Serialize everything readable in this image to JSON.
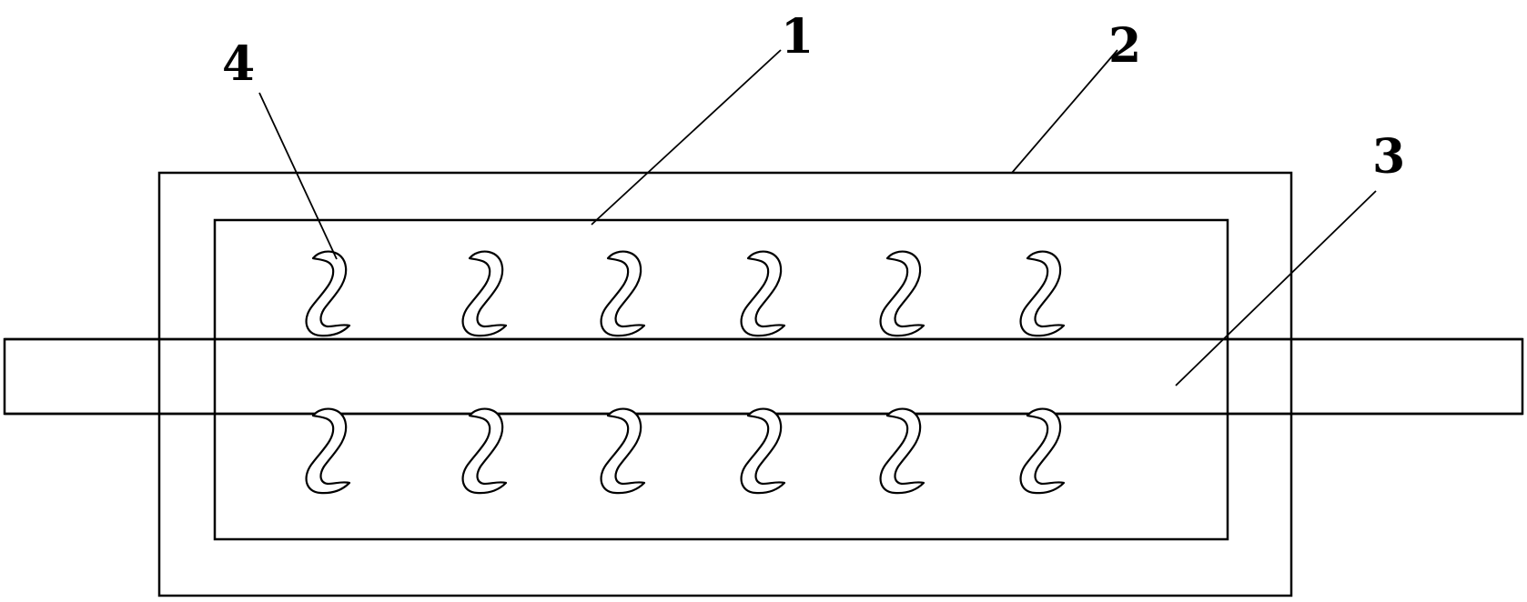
{
  "callouts": {
    "c1": "1",
    "c2": "2",
    "c3": "3",
    "c4": "4"
  },
  "hook_rows": 2,
  "hooks_per_row": 6
}
